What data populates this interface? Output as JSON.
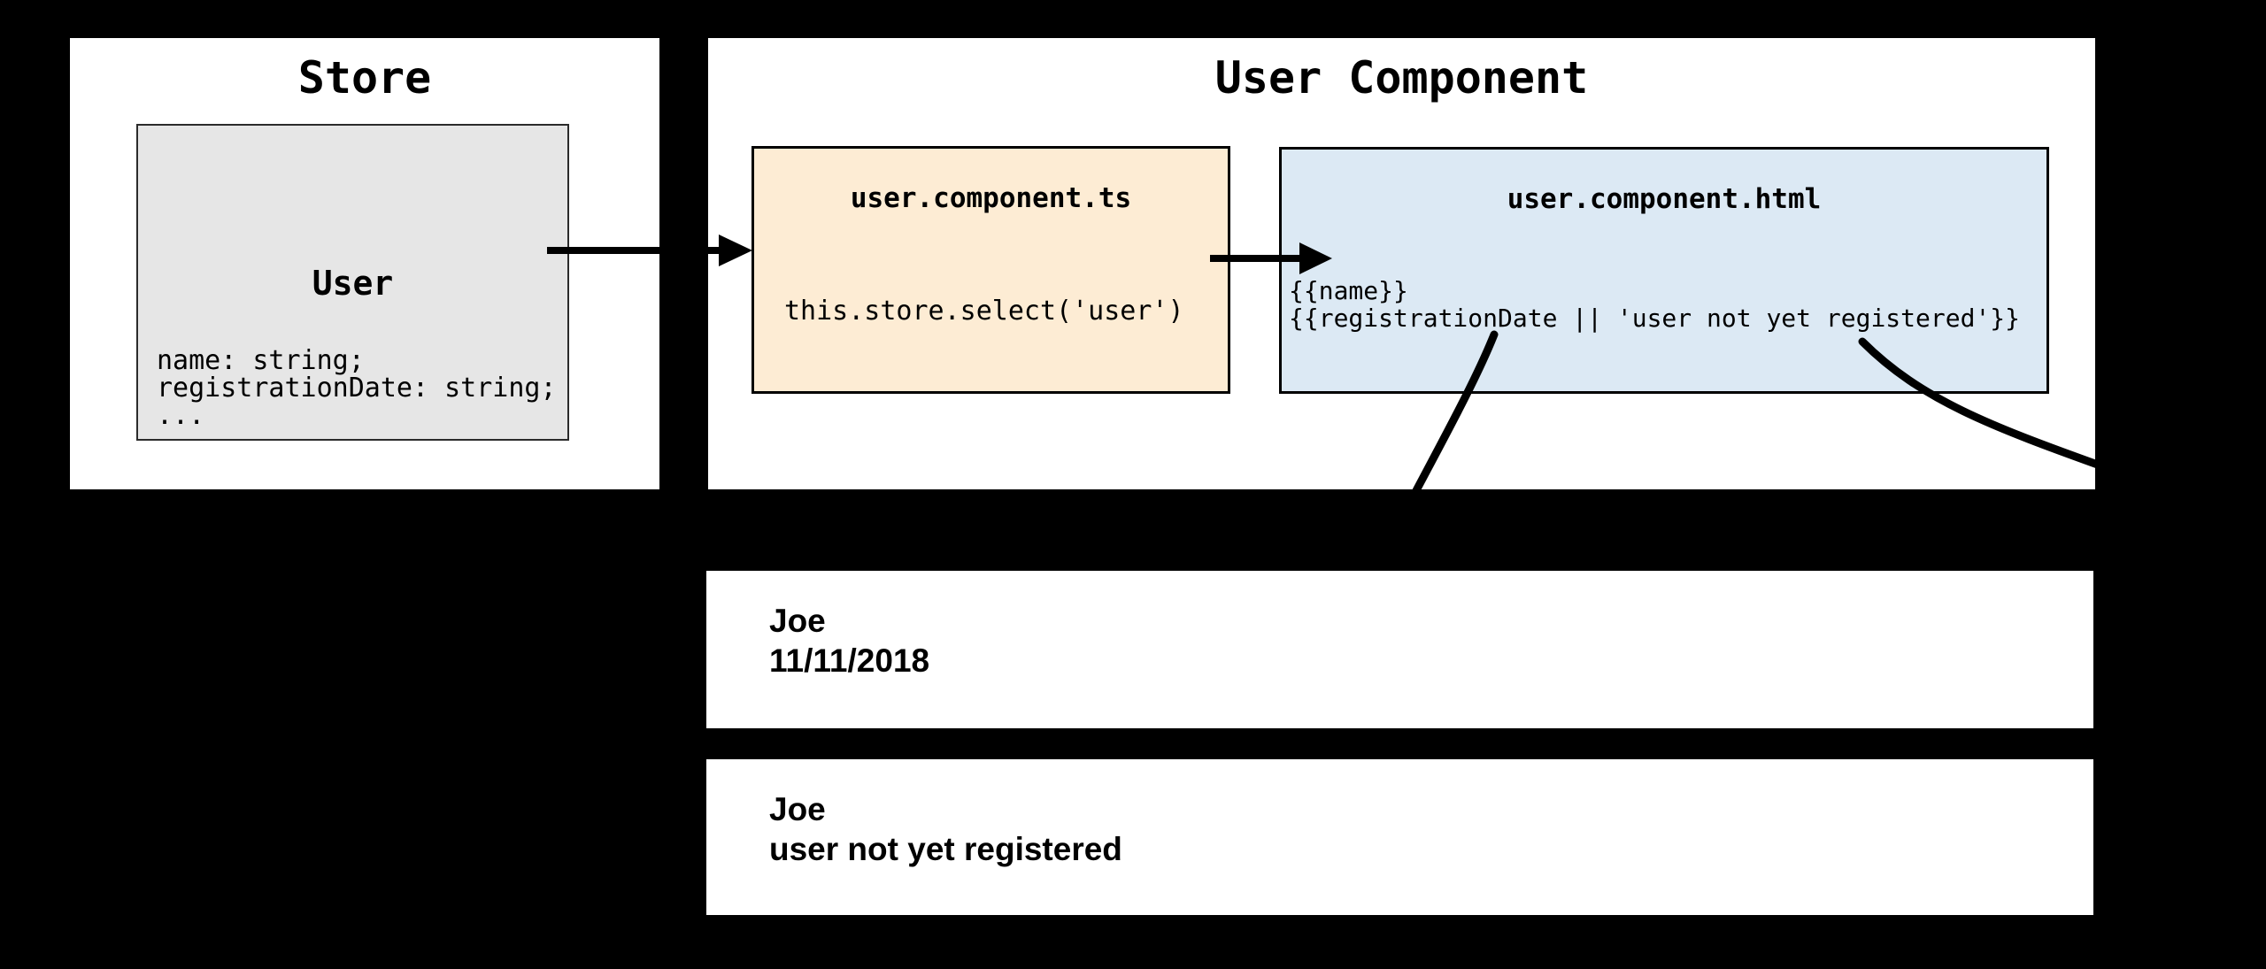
{
  "store": {
    "title": "Store",
    "user_model": {
      "title": "User",
      "properties": "name: string;\nregistrationDate: string;\n..."
    }
  },
  "component": {
    "title": "User Component",
    "ts_file": {
      "title": "user.component.ts",
      "code": "this.store.select('user')"
    },
    "html_file": {
      "title": "user.component.html",
      "code": "{{name}}\n{{registrationDate || 'user not yet registered'}}"
    }
  },
  "outputs": [
    {
      "lines": [
        "Joe",
        "11/11/2018"
      ]
    },
    {
      "lines": [
        "Joe",
        "user not yet registered"
      ]
    }
  ],
  "colors": {
    "background": "#000000",
    "panel": "#ffffff",
    "model_fill": "#e6e6e6",
    "model_border": "#2b2b2b",
    "ts_fill": "#fdecd4",
    "html_fill": "#dce9f4",
    "ink": "#000000"
  }
}
